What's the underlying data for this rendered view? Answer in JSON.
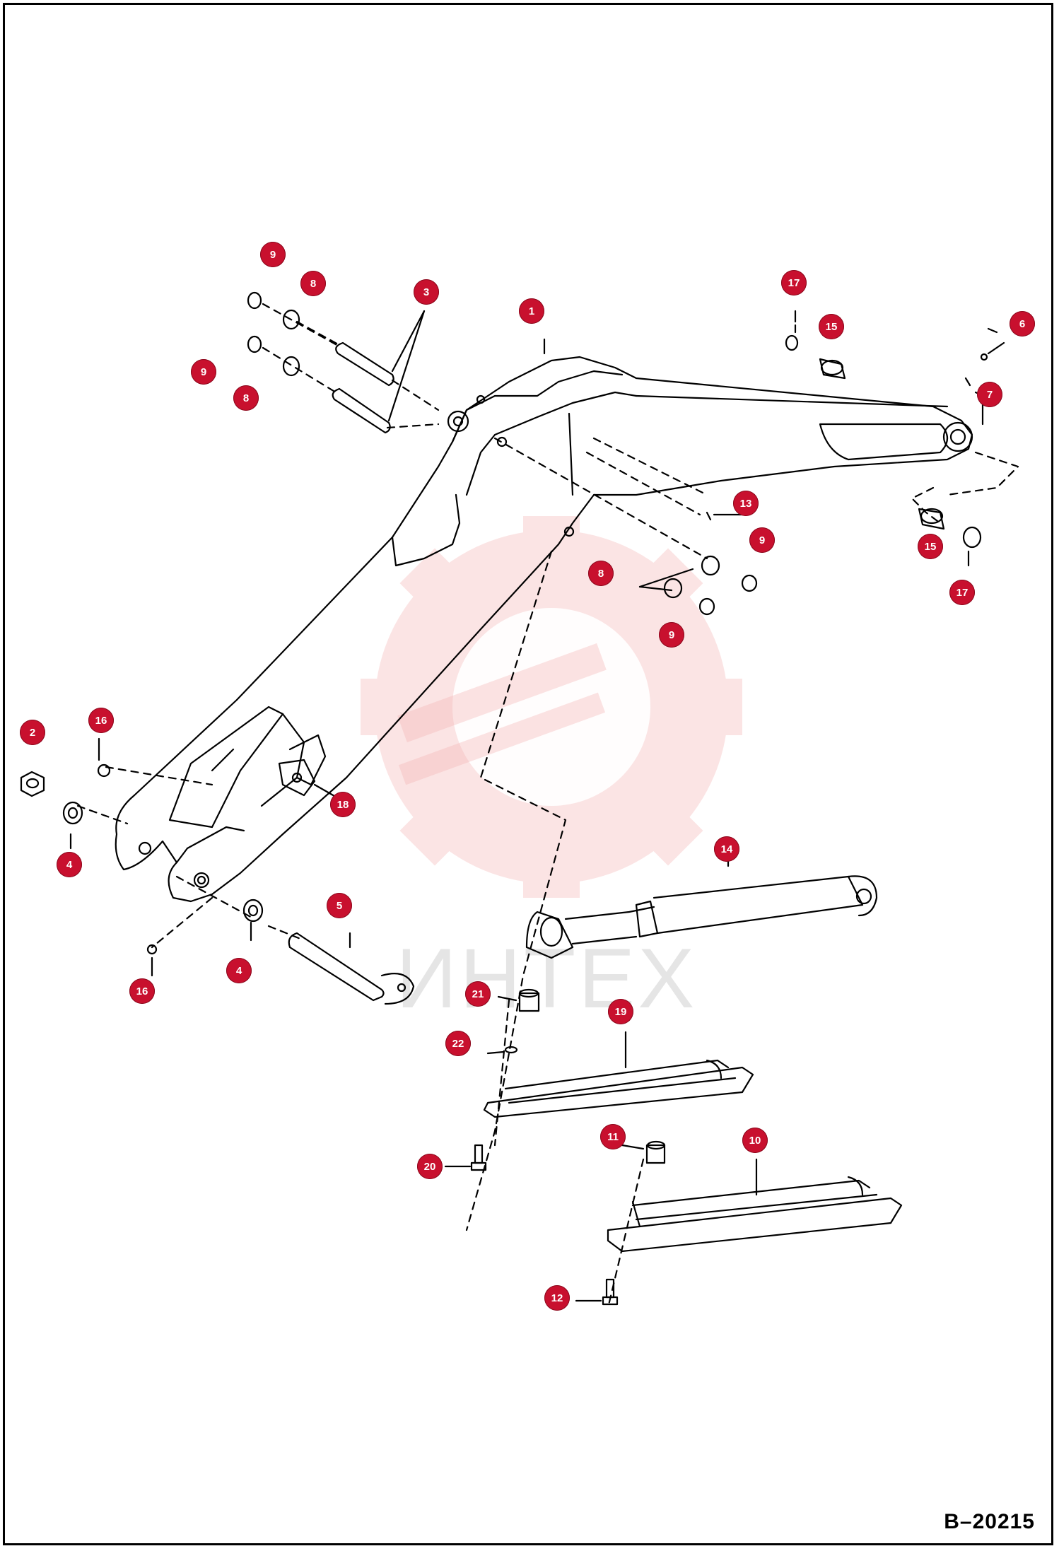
{
  "drawing_ref": "B–20215",
  "watermark_text": "ИНТЕХ",
  "colors": {
    "callout": "#c8102e",
    "watermark": "#f4b3b3",
    "line": "#000000"
  },
  "callouts": [
    "1",
    "2",
    "3",
    "4",
    "4",
    "5",
    "6",
    "7",
    "8",
    "8",
    "8",
    "9",
    "9",
    "9",
    "9",
    "10",
    "11",
    "12",
    "13",
    "14",
    "15",
    "15",
    "16",
    "16",
    "17",
    "17",
    "18",
    "19",
    "20",
    "21",
    "22"
  ]
}
